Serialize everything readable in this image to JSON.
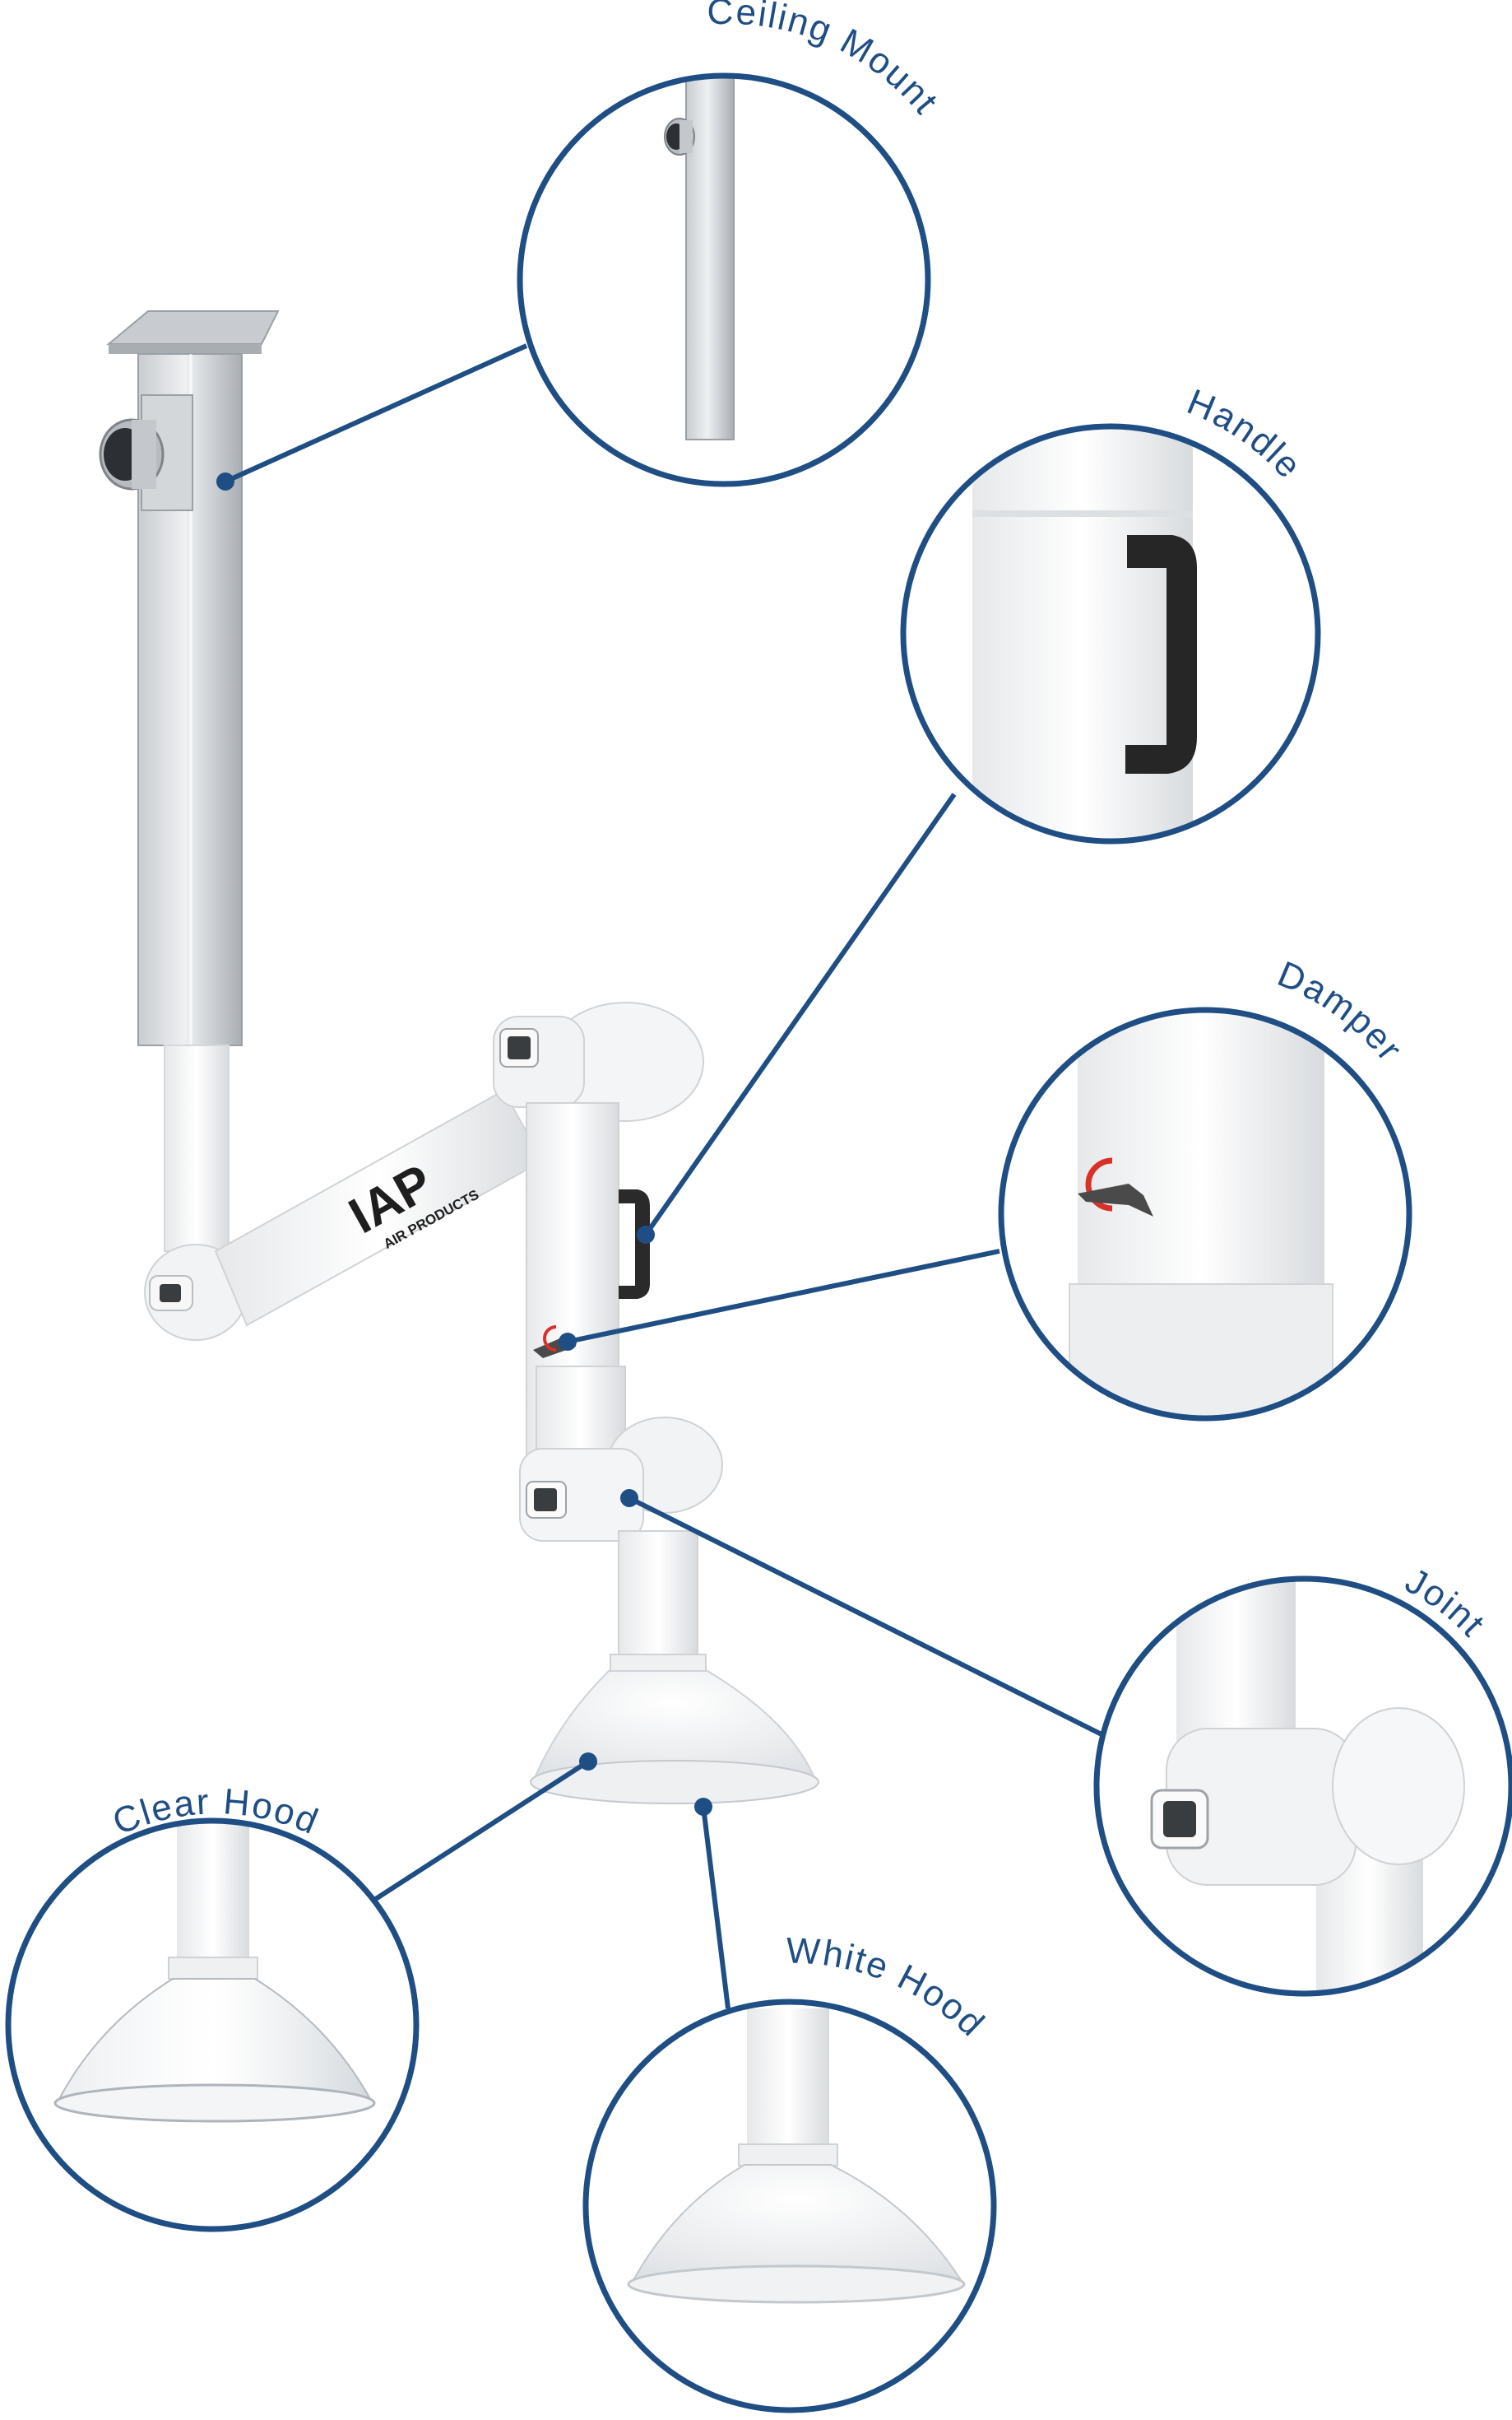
{
  "colors": {
    "accent": "#1f4e85",
    "metal_light": "#e8eaec",
    "metal_dark": "#9ea3a8",
    "white_part": "#f4f5f6",
    "shadow": "#cfd3d7",
    "handle": "#2a2a2a",
    "damper_red": "#d9302a"
  },
  "logo": {
    "brand": "IAP",
    "sub": "AIR PRODUCTS"
  },
  "callouts": [
    {
      "id": "ceiling-mount",
      "label": "Ceiling Mount",
      "icon": "ceiling-mount-detail"
    },
    {
      "id": "handle",
      "label": "Handle",
      "icon": "handle-detail"
    },
    {
      "id": "damper",
      "label": "Damper",
      "icon": "damper-detail"
    },
    {
      "id": "joint",
      "label": "Joint",
      "icon": "joint-detail"
    },
    {
      "id": "clear-hood",
      "label": "Clear Hood",
      "icon": "clear-hood-detail"
    },
    {
      "id": "white-hood",
      "label": "White Hood",
      "icon": "white-hood-detail"
    }
  ]
}
